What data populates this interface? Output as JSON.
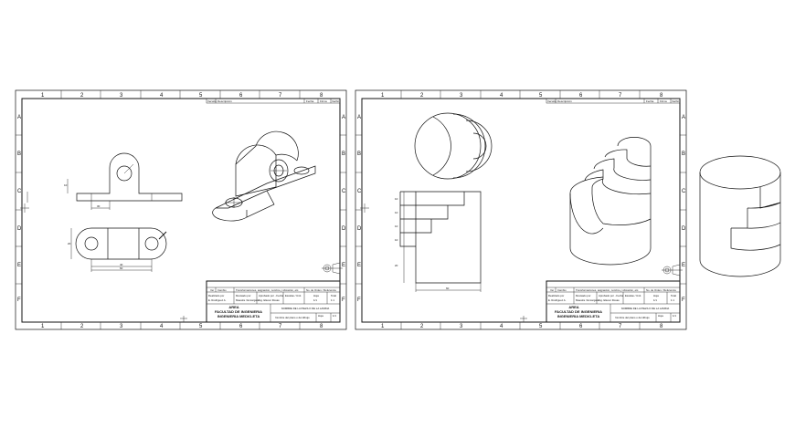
{
  "sheets": [
    {
      "id": "left",
      "col_labels": [
        "1",
        "2",
        "3",
        "4",
        "5",
        "6",
        "7",
        "8"
      ],
      "row_labels": [
        "A",
        "B",
        "C",
        "D",
        "E",
        "F"
      ],
      "revision_header": {
        "version": "Versión",
        "description": "Descripción",
        "date": "Fecha",
        "signature": "Firma",
        "verified": "Verific"
      },
      "title_block": {
        "row1": [
          "Ver",
          "Cambio",
          "Transformaciones, asignación, nombre y ubicación, etc.",
          "No. de Orden / Referencia"
        ],
        "row2": [
          "Realizado por",
          "Revisado por",
          "Aprobado por - Fecha",
          "Escalas / Unit.",
          "Hoja",
          "Total"
        ],
        "row3": [
          "E. Rodriguez A.",
          "Maestra / Encargado",
          "Ing. Eliecer Rosas",
          "",
          "1/1",
          "1:1"
        ],
        "school_line1": "AREA",
        "school_line2": "FACULTAD DE INGENIERIA",
        "school_line3": "INGENIERIA MEDIO-ETA",
        "part_name": "NOMBRE DE LA PIEZA O DE LA LAMINA",
        "drawing_name": "Nombre del plano o del dibujo",
        "sheet_no": "Hoja",
        "sheet_val": "1/1"
      }
    },
    {
      "id": "right",
      "col_labels": [
        "1",
        "2",
        "3",
        "4",
        "5",
        "6",
        "7",
        "8"
      ],
      "row_labels": [
        "A",
        "B",
        "C",
        "D",
        "E",
        "F"
      ],
      "revision_header": {
        "version": "Versión",
        "description": "Descripción",
        "date": "Fecha",
        "signature": "Firma",
        "verified": "Verific"
      },
      "title_block": {
        "row1": [
          "Ver",
          "Cambio",
          "Transformaciones, asignación, nombre y ubicación, etc.",
          "No. de Orden / Referencia"
        ],
        "row2": [
          "Realizado por",
          "Revisado por",
          "Aprobado por - Fecha",
          "Escalas / Unit.",
          "Hoja",
          "Total"
        ],
        "row3": [
          "E. Rodriguez A.",
          "Maestra / Encargado",
          "Ing. Eliecer Rosas",
          "",
          "1/1",
          "1:1"
        ],
        "school_line1": "AREA",
        "school_line2": "FACULTAD DE INGENIERIA",
        "school_line3": "INGENIERIA MEDIO-ETA",
        "part_name": "NOMBRE DE LA PIEZA O DE LA LAMINA",
        "drawing_name": "Nombre del plano o del dibujo",
        "sheet_no": "Hoja",
        "sheet_val": "1/1"
      }
    }
  ],
  "dims": {
    "left_front": [
      "30",
      "10"
    ],
    "left_top": [
      "40",
      "60",
      "20"
    ],
    "right_steps": [
      "10",
      "10",
      "10",
      "10",
      "20",
      "60"
    ]
  },
  "colors": {
    "line": "#111111",
    "background": "#ffffff"
  }
}
